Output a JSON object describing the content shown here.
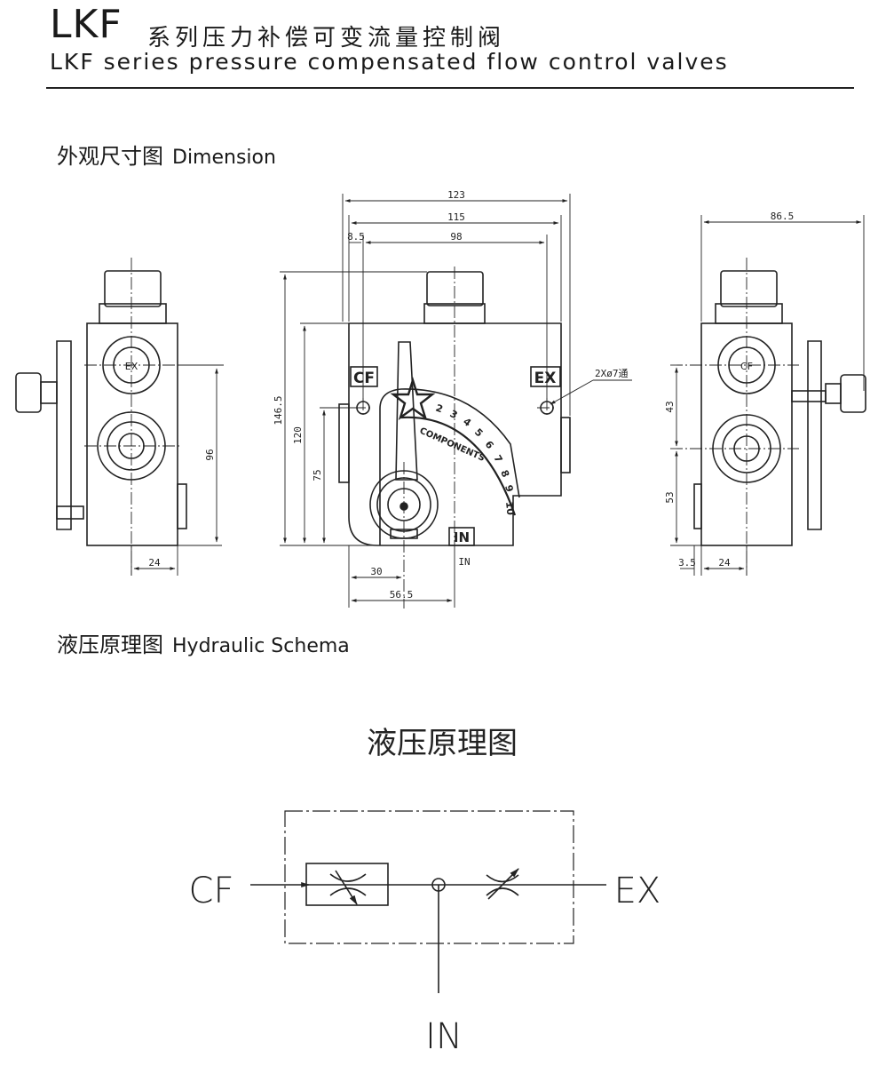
{
  "header": {
    "model": "LKF",
    "title_cn": "系列压力补偿可变流量控制阀",
    "title_en": "LKF series pressure compensated  flow control valves"
  },
  "dimension_section": {
    "label_cn": "外观尺寸图",
    "label_en": "Dimension"
  },
  "schema_section": {
    "label_cn": "液压原理图",
    "label_en": "Hydraulic Schema",
    "diagram_title": "液压原理图"
  },
  "front_view": {
    "dims": {
      "width_123": "123",
      "width_115": "115",
      "width_98": "98",
      "offset_8_5": "8.5",
      "height_146_5": "146.5",
      "height_120": "120",
      "height_75": "75",
      "offset_30": "30",
      "offset_56_5": "56.5"
    },
    "port_cf": "CF",
    "port_ex": "EX",
    "port_in": "IN",
    "port_in_note": "IN",
    "hole_note": "2Xø7通",
    "scale_numbers": [
      "2",
      "3",
      "4",
      "5",
      "6",
      "7",
      "8",
      "9",
      "10"
    ],
    "scale_text": "COMPONENTS"
  },
  "left_view": {
    "dims": {
      "height_96": "96",
      "width_24": "24"
    },
    "port_label": "EX"
  },
  "right_view": {
    "dims": {
      "width_86_5": "86.5",
      "height_43": "43",
      "height_53": "53",
      "width_3_5": "3.5",
      "width_24": "24"
    },
    "port_label": "CF"
  },
  "schema": {
    "port_cf": "CF",
    "port_ex": "EX",
    "port_in": "IN"
  }
}
